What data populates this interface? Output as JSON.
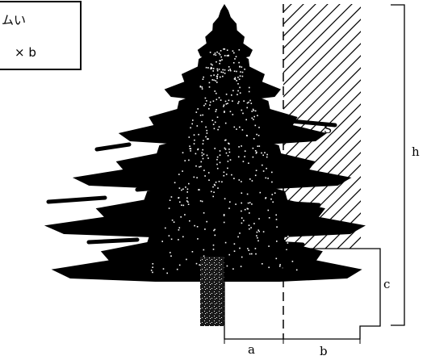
{
  "formula_box": {
    "line1": "ムい",
    "line2": "× b"
  },
  "labels": {
    "s": "S",
    "h": "h",
    "c": "c",
    "a": "a",
    "b": "b"
  }
}
